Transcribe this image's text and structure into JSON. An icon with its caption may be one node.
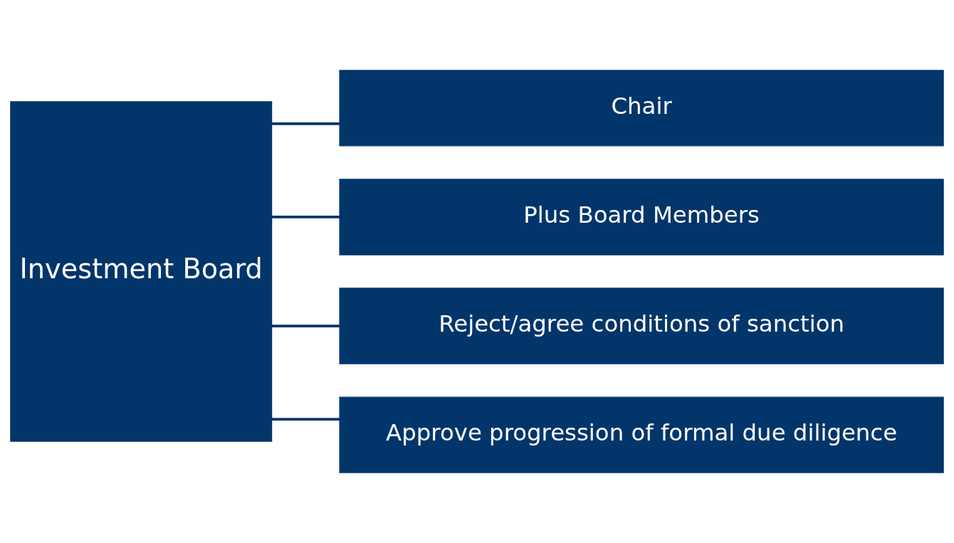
{
  "diagram": {
    "nodes": [
      {
        "text": [
          "Investment Board"
        ]
      },
      {
        "text": [
          "Chair"
        ]
      },
      {
        "text": [
          "Plus Board Members"
        ]
      },
      {
        "text": [
          "Reject/agree conditions of sanction"
        ]
      },
      {
        "text": [
          "Approve progression of formal due diligence"
        ]
      }
    ],
    "edges": [
      {
        "from": 0,
        "to": 1,
        "arrow": "none"
      },
      {
        "from": 0,
        "to": 2,
        "arrow": "none"
      },
      {
        "from": 0,
        "to": 3,
        "arrow": "none"
      },
      {
        "from": 0,
        "to": 4,
        "arrow": "none"
      }
    ]
  }
}
